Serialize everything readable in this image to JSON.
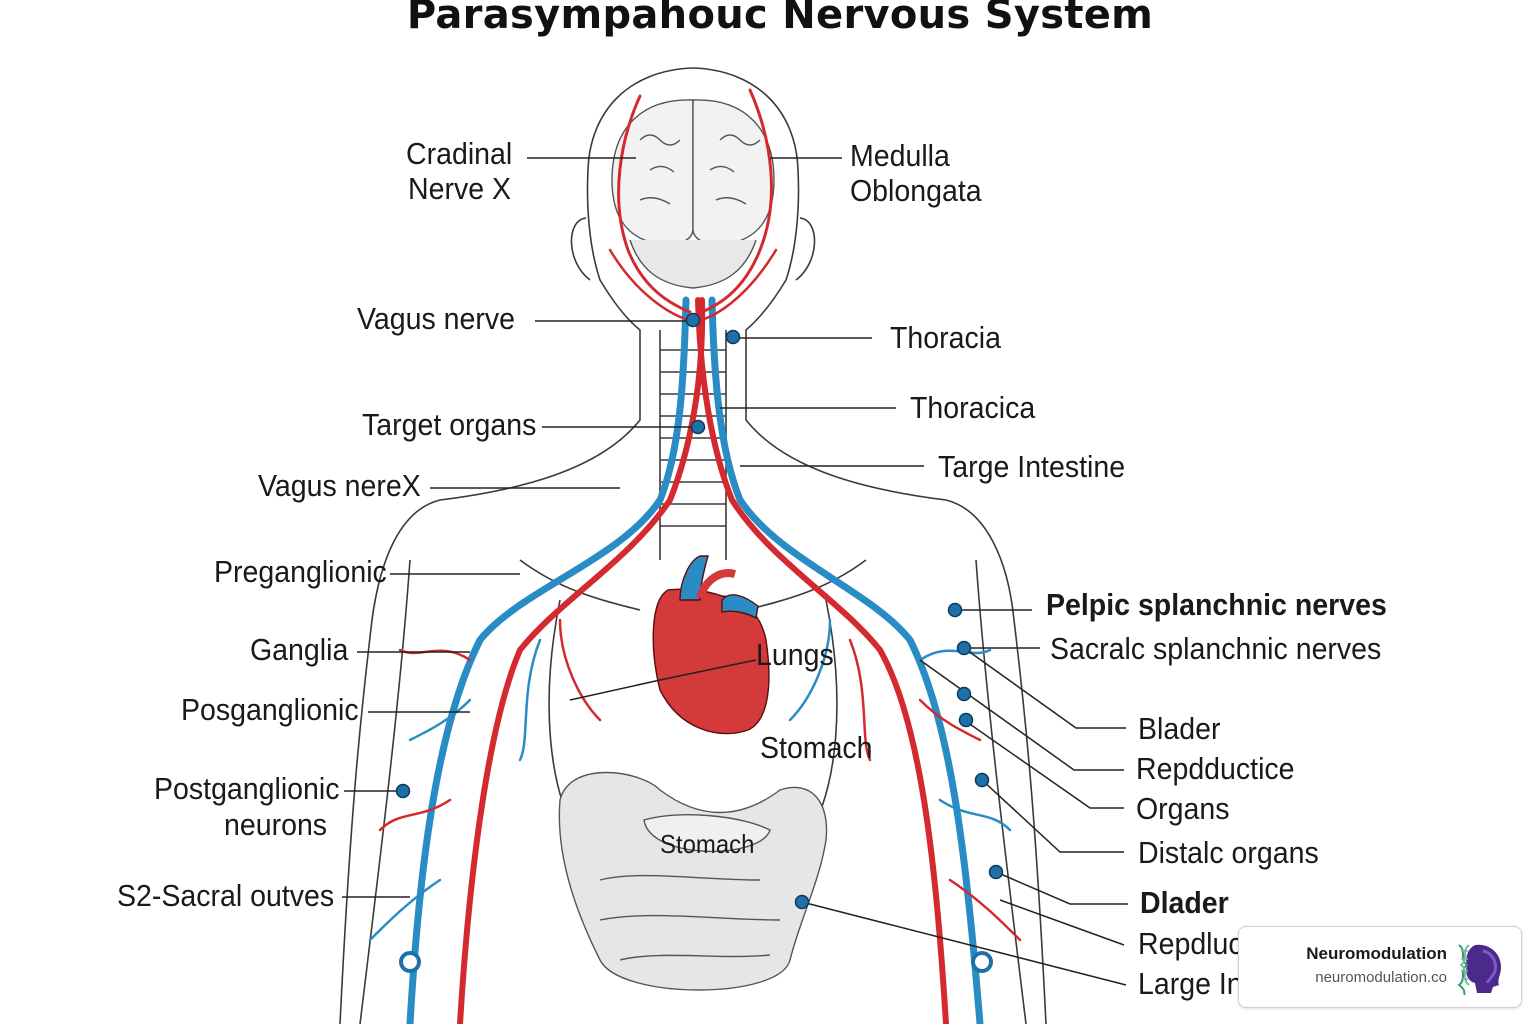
{
  "title": "Parasympahouc Nervous System",
  "colors": {
    "nerve_red": "#d42a2f",
    "nerve_blue": "#2a8cc4",
    "outline": "#3a3a3a",
    "node": "#1f6fa8"
  },
  "labels": {
    "cradinal": [
      "Cradinal",
      "Nerve X"
    ],
    "medulla": [
      "Medulla",
      "Oblongata"
    ],
    "vagus_nerve": "Vagus nerve",
    "thoracia": "Thoracia",
    "target_organs": "Target organs",
    "thoracica": "Thoracica",
    "targe_intestine": "Targe Intestine",
    "vagus_nerex": "Vagus nereX",
    "preganglionic": "Preganglionic",
    "pelpic": "Pelpic splanchnic nerves",
    "sacralc": "Sacralc splanchnic nerves",
    "ganglia": "Ganglia",
    "lungs": "Lungs",
    "posganglionic": "Posganglionic",
    "blader": "Blader",
    "stomach_1": "Stomach",
    "repdductice": "Repdductice",
    "postganglionic_neurons": [
      "Postganglionic",
      "neurons"
    ],
    "organs": "Organs",
    "stomach_2": "Stomach",
    "distalc_organs": "Distalc organs",
    "s2_sacral": "S2-Sacral outves",
    "dlader": "Dlader",
    "repdluc": "Repdluc",
    "large_in": "Large In"
  },
  "badge": {
    "name": "Neuromodulation",
    "url": "neuromodulation.co",
    "logo_icon": "head-profile-dna-icon"
  }
}
